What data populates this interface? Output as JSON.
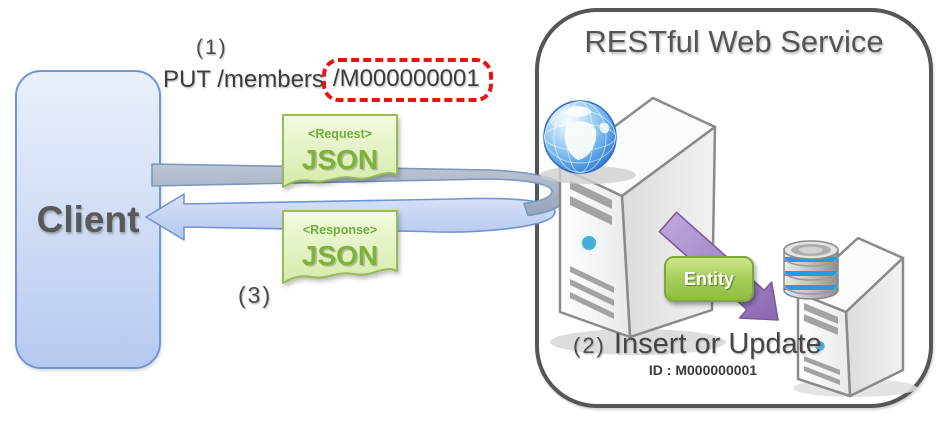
{
  "diagram": {
    "client": {
      "label": "Client"
    },
    "service": {
      "title": "RESTful Web Service"
    },
    "step1": {
      "number": "(1)",
      "method_path": "PUT /members",
      "resource_id": "/M000000001"
    },
    "request_note": {
      "tag": "<Request>",
      "format": "JSON"
    },
    "response_note": {
      "tag": "<Response>",
      "format": "JSON"
    },
    "step3": {
      "number": "(3)"
    },
    "step2": {
      "number": "(2)",
      "action": "Insert or Update",
      "detail": "ID : M000000001"
    },
    "entity_arrow": {
      "label": "Entity"
    },
    "icons": [
      "globe-icon",
      "web-server-icon",
      "database-icon",
      "db-server-icon"
    ],
    "colors": {
      "note_green": "#8cc63f",
      "note_border_green": "#9ab95a",
      "entity_green": "#8fbc42",
      "highlight_red": "#e81313",
      "request_arrow_gray": "#a3b2c6",
      "response_arrow_blue": "#c3d3f2",
      "entity_arrow_purple": "#9b7fc0",
      "client_blue": "#b6c9ef",
      "db_band_blue": "#1e9de0",
      "text_gray": "#595959"
    }
  }
}
